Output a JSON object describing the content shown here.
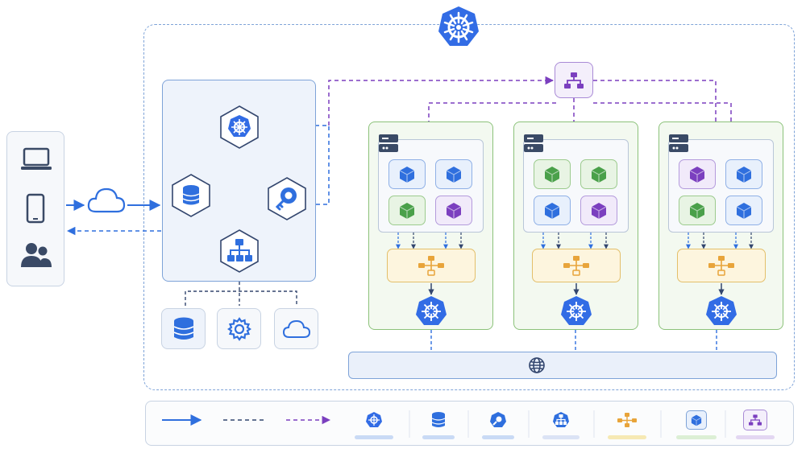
{
  "diagram": {
    "clients": [
      {
        "name": "laptop-icon"
      },
      {
        "name": "mobile-phone-icon"
      },
      {
        "name": "users-icon"
      }
    ],
    "cloud_entry": {
      "icon": "cloud-icon"
    },
    "control_plane": {
      "components": [
        {
          "icon": "kubernetes-api-server-icon"
        },
        {
          "icon": "database-icon"
        },
        {
          "icon": "key-vault-icon"
        },
        {
          "icon": "scheduler-network-icon"
        }
      ]
    },
    "shared_services": [
      {
        "icon": "storage-database-icon"
      },
      {
        "icon": "settings-gear-icon"
      },
      {
        "icon": "cloud-service-icon"
      }
    ],
    "load_balancer": {
      "icon": "network-switch-icon"
    },
    "nodes": [
      {
        "pods": [
          "blue",
          "blue",
          "green",
          "purple"
        ]
      },
      {
        "pods": [
          "green",
          "green",
          "blue",
          "purple"
        ]
      },
      {
        "pods": [
          "purple",
          "blue",
          "green",
          "blue"
        ]
      }
    ],
    "network": {
      "icon": "globe-icon"
    },
    "colors": {
      "blue": "#2f6fde",
      "green": "#4aa04a",
      "purple": "#7b3fbf",
      "orange": "#e8a43a",
      "panel_border": "#7ea3d8",
      "node_border": "#8cc27a"
    }
  },
  "legend": {
    "items": [
      {
        "name": "solid-arrow",
        "swatch": ""
      },
      {
        "name": "dashed-line",
        "swatch": ""
      },
      {
        "name": "dashed-purple-arrow",
        "swatch": ""
      },
      {
        "name": "kubernetes-icon",
        "swatch": "#c9daf5"
      },
      {
        "name": "database-icon",
        "swatch": "#c9daf5"
      },
      {
        "name": "key-vault-icon",
        "swatch": "#c9daf5"
      },
      {
        "name": "network-icon",
        "swatch": "#dbe3f5"
      },
      {
        "name": "orange-network-icon",
        "swatch": "#f6e9b4"
      },
      {
        "name": "pod-icon",
        "swatch": "#dcefd5"
      },
      {
        "name": "purple-network-icon",
        "swatch": "#e3d7f2"
      }
    ]
  }
}
